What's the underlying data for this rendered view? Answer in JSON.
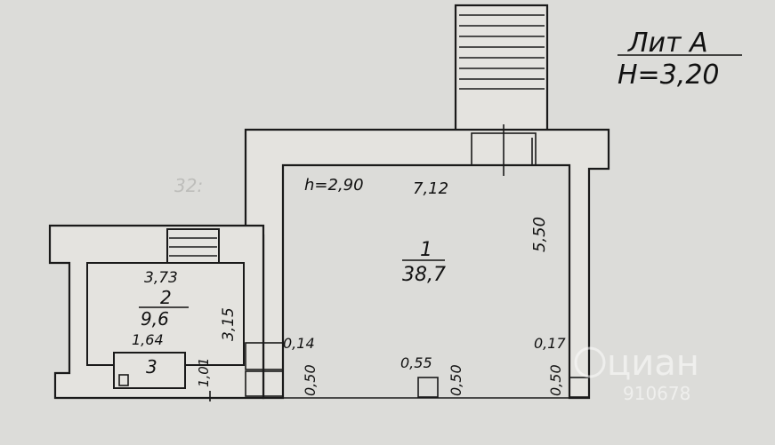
{
  "title": {
    "lit": "Лит А",
    "height": "H=3,20"
  },
  "rooms": [
    {
      "number": "1",
      "area": "38,7"
    },
    {
      "number": "2",
      "area": "9,6"
    },
    {
      "number": "3"
    }
  ],
  "dimensions": {
    "ceiling_h": "h=2,90",
    "room1_width": "7,12",
    "room1_depth": "5,50",
    "room2_width": "3,73",
    "room2_depth": "3,15",
    "room3_width": "1,64",
    "room3_depth": "1,01",
    "wall_014": "0,14",
    "wall_017": "0,17",
    "pier_055": "0,55",
    "h050_a": "0,50",
    "h050_b": "0,50",
    "h050_c": "0,50"
  },
  "watermark": {
    "brand": "циан",
    "id": "910678"
  },
  "faint_label": "32:"
}
